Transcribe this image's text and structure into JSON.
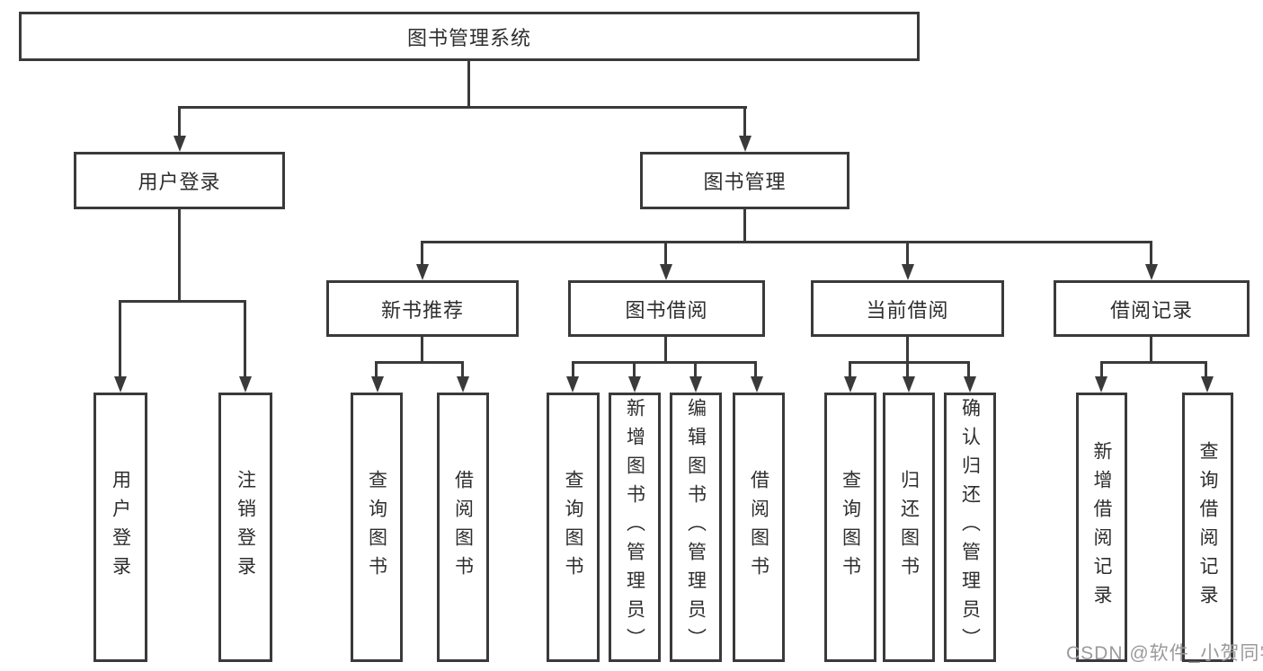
{
  "tree": {
    "root": {
      "label": "图书管理系统",
      "children": [
        {
          "label": "用户登录",
          "children": [
            {
              "label": "用户登录"
            },
            {
              "label": "注销登录"
            }
          ]
        },
        {
          "label": "图书管理",
          "children": [
            {
              "label": "新书推荐",
              "children": [
                {
                  "label": "查询图书"
                },
                {
                  "label": "借阅图书"
                }
              ]
            },
            {
              "label": "图书借阅",
              "children": [
                {
                  "label": "查询图书"
                },
                {
                  "label": "新增图书（管理员）"
                },
                {
                  "label": "编辑图书（管理员）"
                },
                {
                  "label": "借阅图书"
                }
              ]
            },
            {
              "label": "当前借阅",
              "children": [
                {
                  "label": "查询图书"
                },
                {
                  "label": "归还图书"
                },
                {
                  "label": "确认归还（管理员）"
                }
              ]
            },
            {
              "label": "借阅记录",
              "children": [
                {
                  "label": "新增借阅记录"
                },
                {
                  "label": "查询借阅记录"
                }
              ]
            }
          ]
        }
      ]
    }
  },
  "watermark": {
    "text": "CSDN @软件_小贺同学"
  },
  "colors": {
    "line": "#3a3a3a",
    "text": "#2e2e2e",
    "watermark": "#9a9a9a",
    "background": "#ffffff"
  }
}
